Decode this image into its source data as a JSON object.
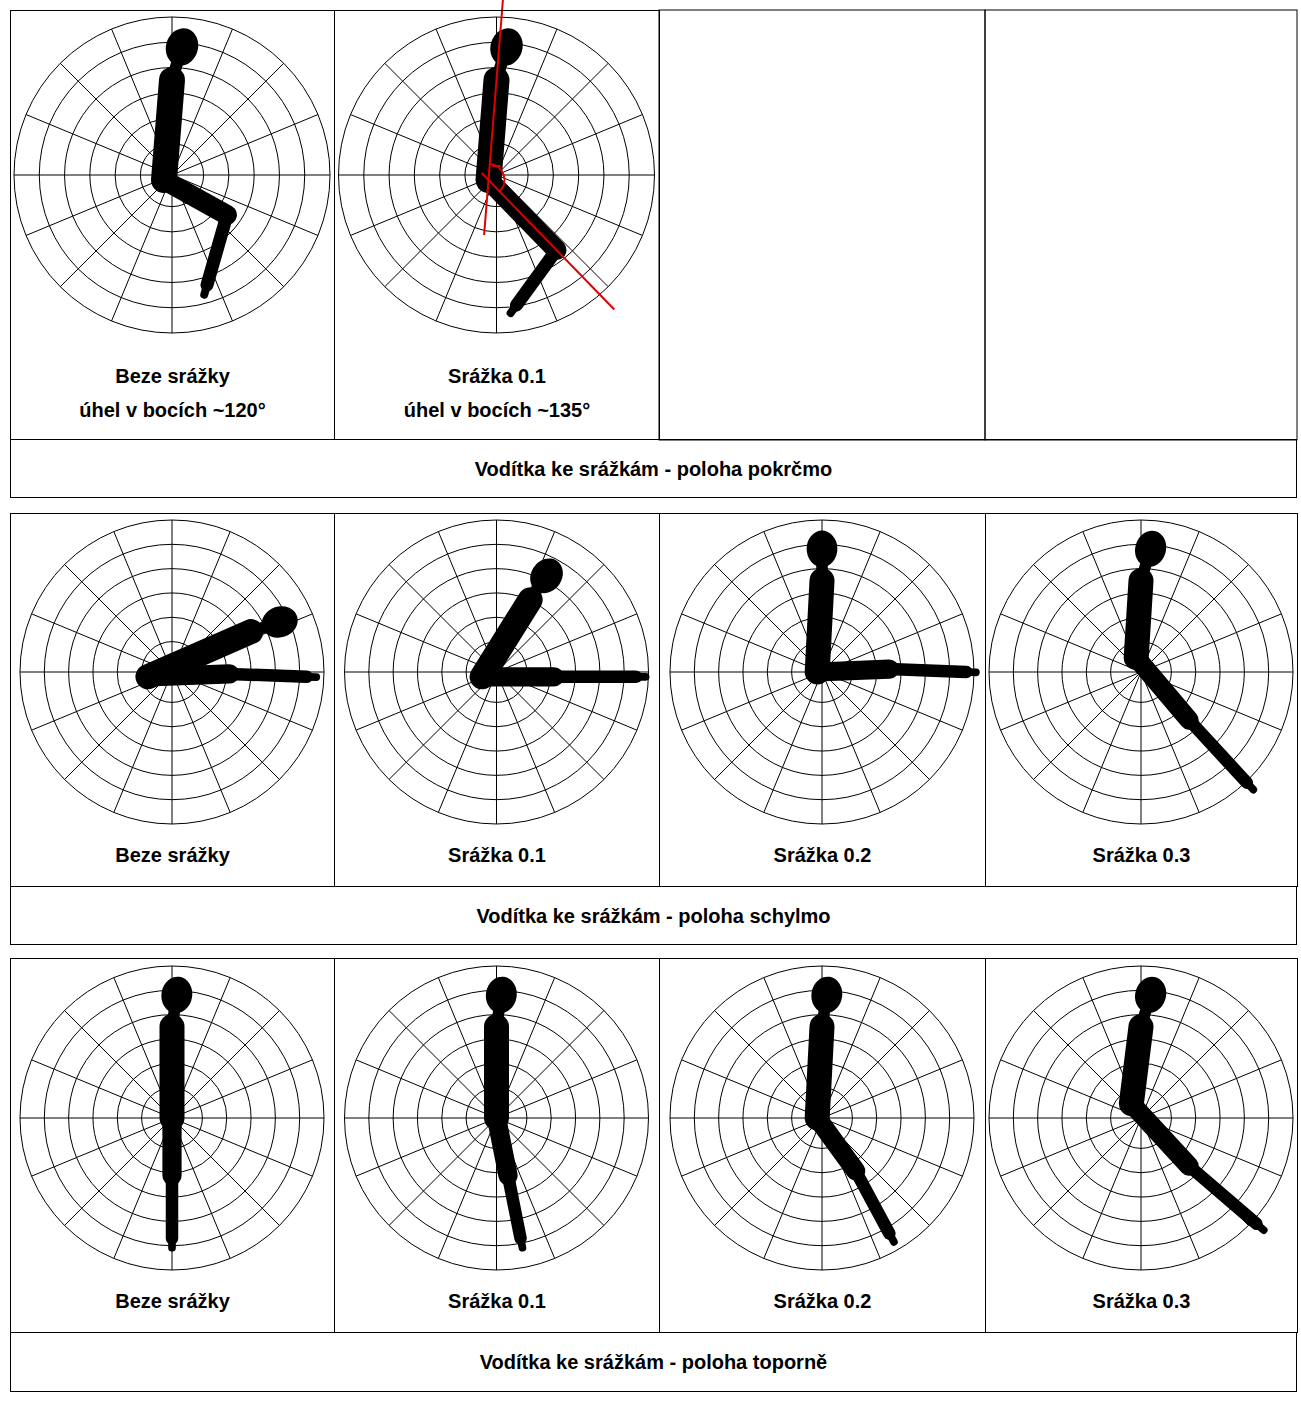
{
  "diagram": {
    "nodes": [
      {
        "text": [
          "Beze srážky",
          "úhel v bocích ~120°"
        ]
      },
      {
        "text": [
          "Srážka 0.1",
          "úhel v bocích ~135°"
        ]
      },
      {
        "text": [
          "Vodítka ke srážkám - poloha pokrčmo"
        ]
      },
      {
        "text": [
          "Beze srážky"
        ]
      },
      {
        "text": [
          "Srážka 0.1"
        ]
      },
      {
        "text": [
          "Srážka 0.2"
        ]
      },
      {
        "text": [
          "Srážka 0.3"
        ]
      },
      {
        "text": [
          "Vodítka ke srážkám - poloha schylmo"
        ]
      },
      {
        "text": [
          "Beze srážky"
        ]
      },
      {
        "text": [
          "Srážka 0.1"
        ]
      },
      {
        "text": [
          "Srážka 0.2"
        ]
      },
      {
        "text": [
          "Srážka 0.3"
        ]
      },
      {
        "text": [
          "Vodítka ke srážkám - poloha toporně"
        ]
      }
    ]
  }
}
